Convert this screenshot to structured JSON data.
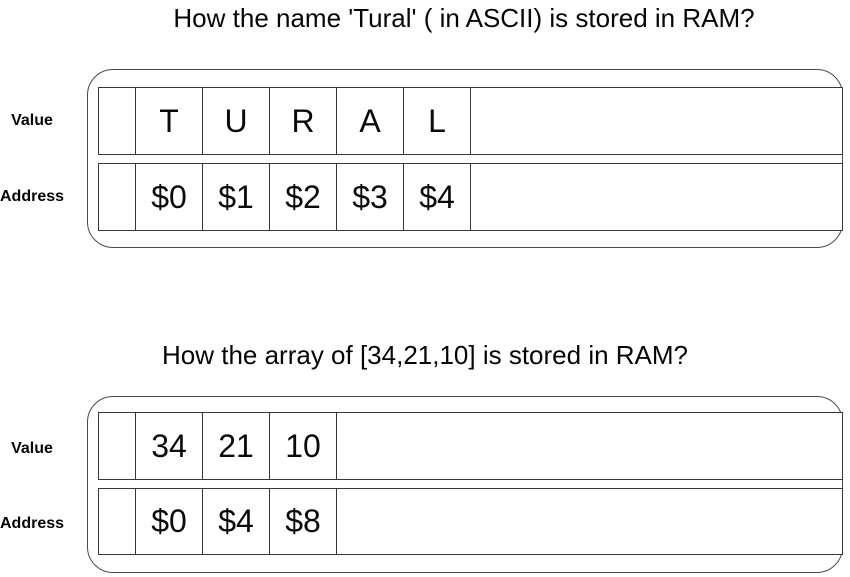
{
  "colors": {
    "background": "#ffffff",
    "row_border": "#383838",
    "container_border": "#4a4a4a",
    "text": "#000000"
  },
  "sections": [
    {
      "title": "How the name 'Tural' ( in ASCII) is stored in RAM?",
      "value_label": "Value",
      "address_label": "Address",
      "value_cells": [
        "T",
        "U",
        "R",
        "A",
        "L"
      ],
      "address_cells": [
        "$0",
        "$1",
        "$2",
        "$3",
        "$4"
      ]
    },
    {
      "title": "How the array of [34,21,10] is stored in RAM?",
      "value_label": "Value",
      "address_label": "Address",
      "value_cells": [
        "34",
        "21",
        "10"
      ],
      "address_cells": [
        "$0",
        "$4",
        "$8"
      ]
    }
  ]
}
